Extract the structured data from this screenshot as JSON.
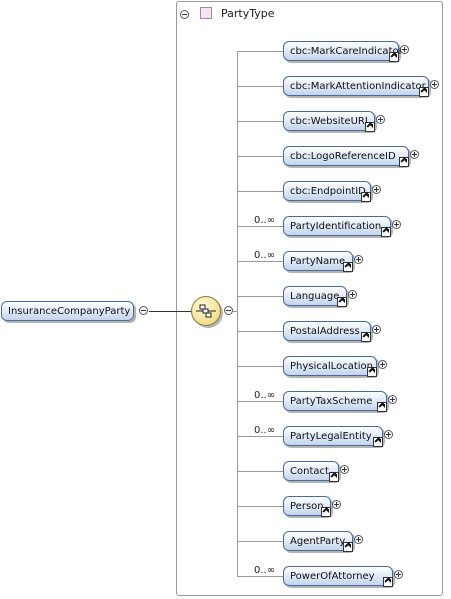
{
  "root_element": {
    "label": "InsuranceCompanyParty"
  },
  "type_header": {
    "label": "PartyType"
  },
  "compositor": {
    "kind": "sequence",
    "icon": "sequence-compositor-icon"
  },
  "children": [
    {
      "label": "cbc:MarkCareIndicator",
      "occurrence": "",
      "reference": true,
      "expandable": true
    },
    {
      "label": "cbc:MarkAttentionIndicator",
      "occurrence": "",
      "reference": true,
      "expandable": true
    },
    {
      "label": "cbc:WebsiteURI",
      "occurrence": "",
      "reference": true,
      "expandable": true
    },
    {
      "label": "cbc:LogoReferenceID",
      "occurrence": "",
      "reference": true,
      "expandable": true
    },
    {
      "label": "cbc:EndpointID",
      "occurrence": "",
      "reference": true,
      "expandable": true
    },
    {
      "label": "PartyIdentification",
      "occurrence": "0..∞",
      "reference": true,
      "expandable": true
    },
    {
      "label": "PartyName",
      "occurrence": "0..∞",
      "reference": true,
      "expandable": true
    },
    {
      "label": "Language",
      "occurrence": "",
      "reference": true,
      "expandable": true
    },
    {
      "label": "PostalAddress",
      "occurrence": "",
      "reference": true,
      "expandable": true
    },
    {
      "label": "PhysicalLocation",
      "occurrence": "",
      "reference": true,
      "expandable": true
    },
    {
      "label": "PartyTaxScheme",
      "occurrence": "0..∞",
      "reference": true,
      "expandable": true
    },
    {
      "label": "PartyLegalEntity",
      "occurrence": "0..∞",
      "reference": true,
      "expandable": true
    },
    {
      "label": "Contact",
      "occurrence": "",
      "reference": true,
      "expandable": true
    },
    {
      "label": "Person",
      "occurrence": "",
      "reference": true,
      "expandable": true
    },
    {
      "label": "AgentParty",
      "occurrence": "",
      "reference": true,
      "expandable": true
    },
    {
      "label": "PowerOfAttorney",
      "occurrence": "0..∞",
      "reference": true,
      "expandable": true
    }
  ]
}
